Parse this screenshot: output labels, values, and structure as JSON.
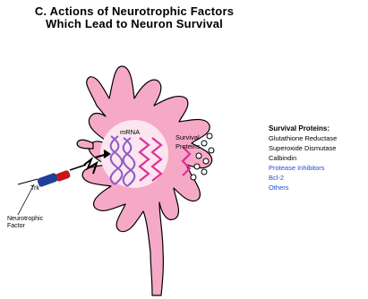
{
  "title": {
    "line1": "C. Actions of Neurotrophic Factors",
    "line2": "Which Lead to Neuron Survival"
  },
  "labels": {
    "mrna": "mRNA",
    "survival_proteins_1": "Survival",
    "survival_proteins_2": "Proteins",
    "trk": "Trk",
    "factor_1": "Neurotrophic",
    "factor_2": "Factor"
  },
  "legend": {
    "heading": "Survival Proteins:",
    "items": [
      {
        "text": "Glutathione Reductase",
        "color": "#000000"
      },
      {
        "text": "Superoxide Dismutase",
        "color": "#000000"
      },
      {
        "text": "Calbindin",
        "color": "#000000"
      },
      {
        "text": "Protease Inhibitors",
        "color": "#1d4fd1"
      },
      {
        "text": "Bcl-2",
        "color": "#1d4fd1"
      },
      {
        "text": "Others",
        "color": "#1d4fd1"
      }
    ]
  },
  "colors": {
    "cell_body": "#f6a9c6",
    "nucleus": "#fbe5ee",
    "dna_purple": "#8a5ac8",
    "mrna_magenta": "#e0309a",
    "receptor_red": "#c4161c",
    "factor_blue": "#1f3f99",
    "legend_blue": "#1d4fd1"
  }
}
